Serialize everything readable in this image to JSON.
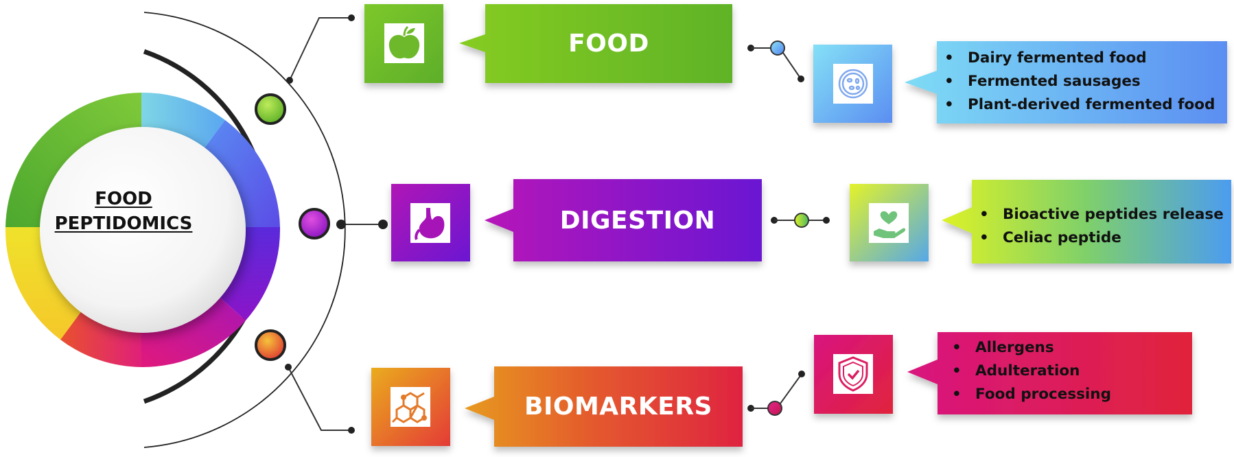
{
  "center": {
    "line1": "FOOD",
    "line2": "PEPTIDOMICS"
  },
  "branches": [
    {
      "title": "FOOD",
      "icon": "apple-icon",
      "detail_icon": "petri-dish-icon",
      "items": [
        "Dairy fermented food",
        "Fermented sausages",
        "Plant-derived fermented food"
      ]
    },
    {
      "title": "DIGESTION",
      "icon": "stomach-icon",
      "detail_icon": "heart-in-hand-icon",
      "items": [
        "Bioactive peptides release",
        "Celiac peptide"
      ]
    },
    {
      "title": "BIOMARKERS",
      "icon": "molecule-icon",
      "detail_icon": "shield-check-icon",
      "items": [
        "Allergens",
        "Adulteration",
        "Food processing"
      ]
    }
  ],
  "colors": {
    "food": "#7DC424",
    "food_detail_from": "#7EDCF5",
    "food_detail_to": "#4D8CF2",
    "digestion_from": "#B612B8",
    "digestion_to": "#6F16D2",
    "digestion_detail_from": "#D8F22A",
    "digestion_detail_to": "#4C9CF0",
    "biomarkers_from": "#E7A21D",
    "biomarkers_to": "#E0283D",
    "biomarkers_detail_from": "#D4168E",
    "biomarkers_detail_to": "#E0233B",
    "ring": [
      "#66C93A",
      "#7ED6E5",
      "#5A7BF2",
      "#6C1FD6",
      "#D41690",
      "#E73A33",
      "#F1C82B"
    ]
  }
}
